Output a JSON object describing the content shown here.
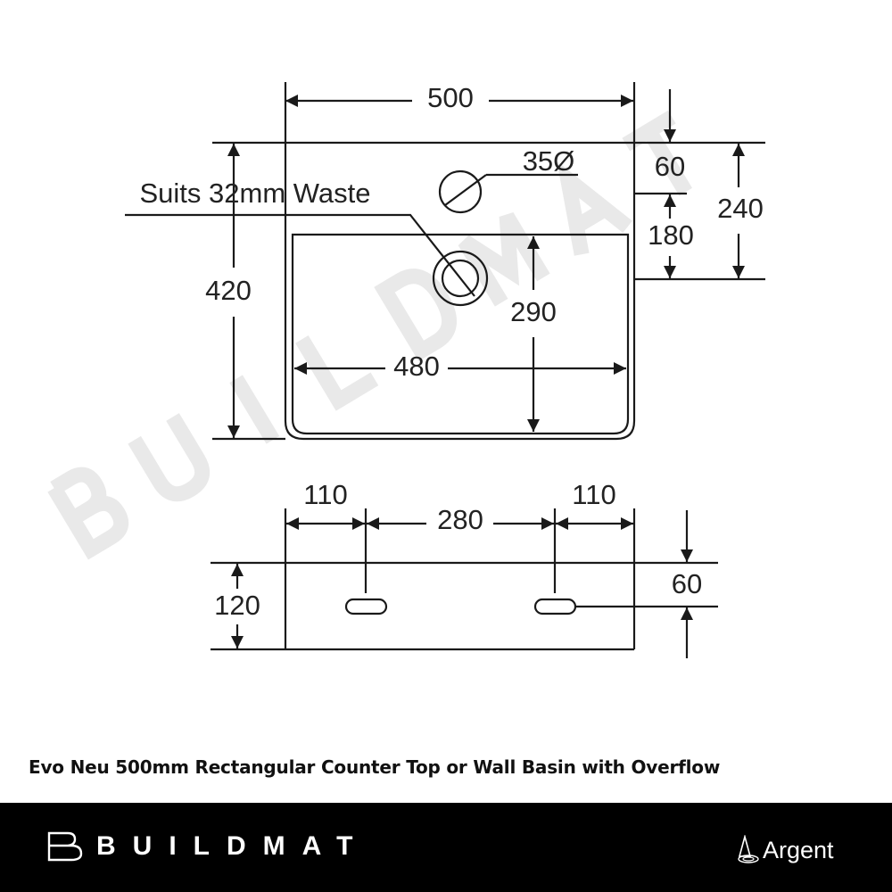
{
  "watermark": "BUILDMAT",
  "plan_view": {
    "overall_width": "500",
    "overall_depth": "420",
    "tap_hole_offset": "60",
    "tap_to_bowl": "180",
    "rear_to_bowl": "240",
    "tap_hole_diameter": "35Ø",
    "waste_label": "Suits 32mm Waste",
    "bowl_width": "480",
    "bowl_depth": "290"
  },
  "front_view": {
    "overflow_side_left": "110",
    "overflow_spacing": "280",
    "overflow_side_right": "110",
    "height": "120",
    "overflow_height": "60"
  },
  "caption": "Evo Neu 500mm Rectangular Counter Top or Wall Basin with Overflow",
  "footer": {
    "brand": "BUILDMAT",
    "partner": "Argent"
  },
  "colors": {
    "line": "#1a1a1a",
    "footer_bg": "#000000",
    "watermark": "#e9e9e9"
  }
}
